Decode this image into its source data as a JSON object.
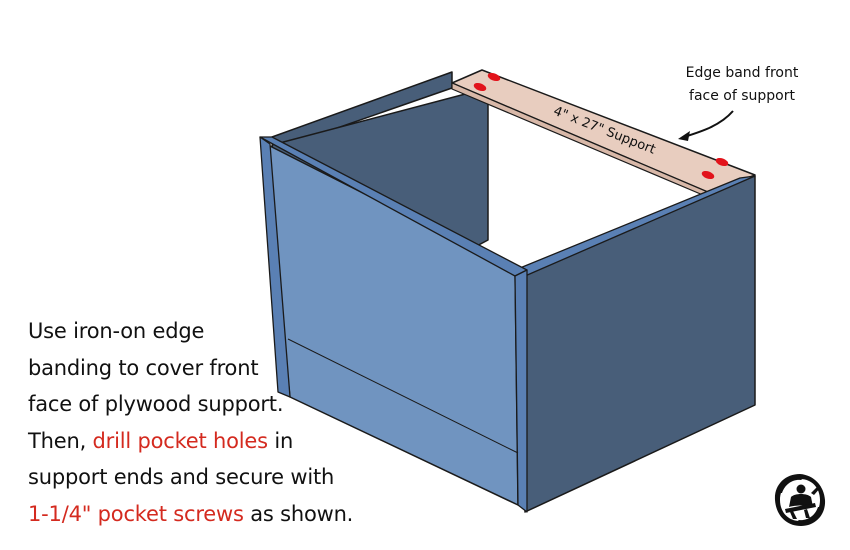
{
  "diagram": {
    "support_label": "4\" x 27\" Support",
    "callout": {
      "line1": "Edge band front",
      "line2": "face of support"
    },
    "colors": {
      "side_panel_front": "#7094c0",
      "side_panel_inner": "#485e79",
      "panel_edge": "#5a80b4",
      "support": "#e8cdbf",
      "pocket_hole": "#e2131b",
      "outline": "#1a1a1a"
    },
    "pocket_holes": 4
  },
  "instructions": {
    "line1": "Use iron-on edge",
    "line2": "banding to cover front",
    "line3": "face of plywood support.",
    "line4_pre": "Then, ",
    "line4_highlight": "drill pocket holes",
    "line4_post": " in",
    "line5": "support ends and secure with",
    "line6_highlight": "1-1/4\" pocket screws",
    "line6_post": " as shown.",
    "highlight_color": "#d42a1f"
  },
  "logo": {
    "icon": "woodworker-emblem-icon"
  }
}
